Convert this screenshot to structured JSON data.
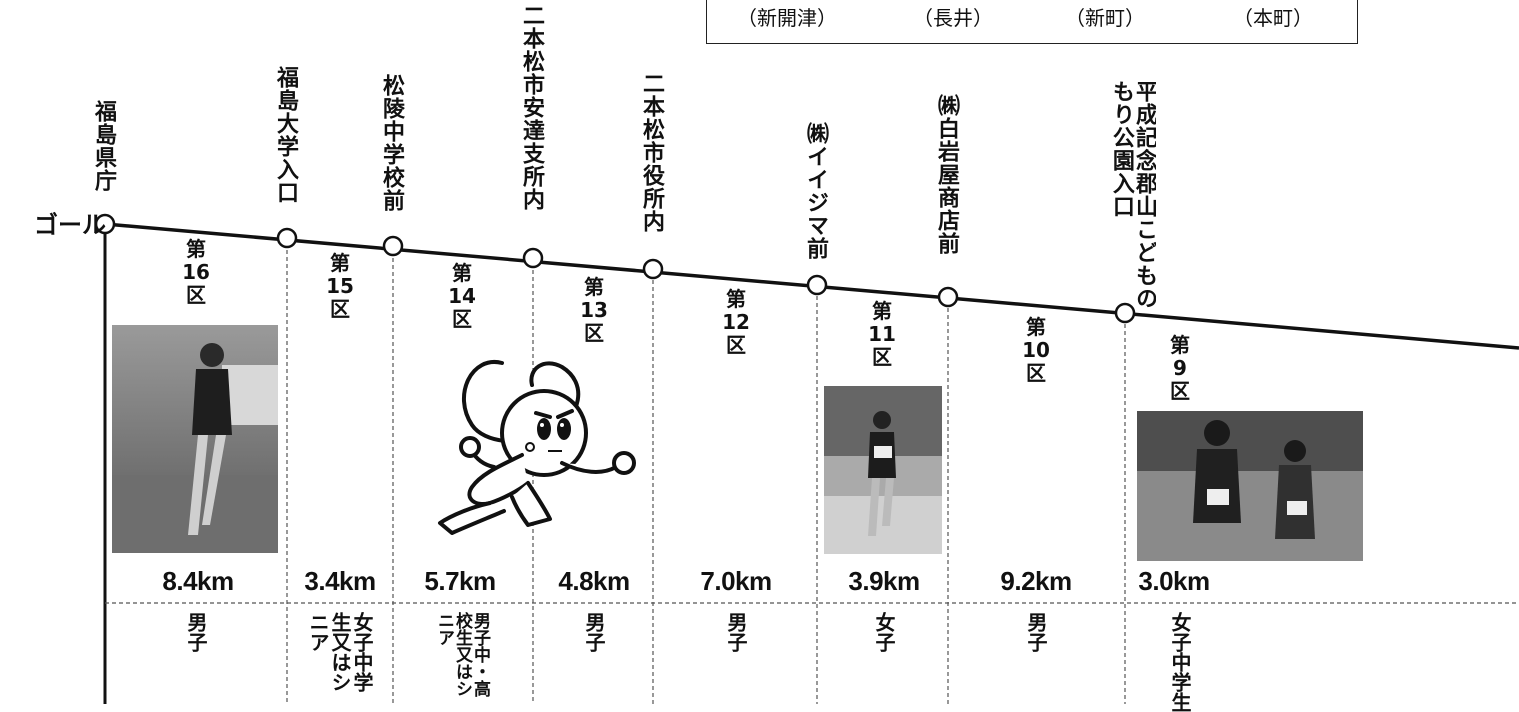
{
  "legend": [
    "（新開津）",
    "（長井）",
    "（新町）",
    "（本町）"
  ],
  "goal_label": "ゴール",
  "checkpoints": [
    "福島県庁",
    "福島大学入口",
    "松陵中学校前",
    "二本松市安達支所内",
    "二本松市役所内",
    "㈱イイジマ前",
    "㈱白岩屋商店前",
    "平成記念郡山こどものもり公園入口"
  ],
  "sections": [
    {
      "label": [
        "第",
        "16",
        "区"
      ],
      "distance": "8.4km",
      "category": "男子"
    },
    {
      "label": [
        "第",
        "15",
        "区"
      ],
      "distance": "3.4km",
      "category": "女子中学生又はシニア"
    },
    {
      "label": [
        "第",
        "14",
        "区"
      ],
      "distance": "5.7km",
      "category": "男子中・高校生又はシニア"
    },
    {
      "label": [
        "第",
        "13",
        "区"
      ],
      "distance": "4.8km",
      "category": "男子"
    },
    {
      "label": [
        "第",
        "12",
        "区"
      ],
      "distance": "7.0km",
      "category": "男子"
    },
    {
      "label": [
        "第",
        "11",
        "区"
      ],
      "distance": "3.9km",
      "category": "女子"
    },
    {
      "label": [
        "第",
        "10",
        "区"
      ],
      "distance": "9.2km",
      "category": "男子"
    },
    {
      "label": [
        "第",
        "9",
        "区"
      ],
      "distance": "3.0km",
      "category": "女子中学生"
    }
  ]
}
